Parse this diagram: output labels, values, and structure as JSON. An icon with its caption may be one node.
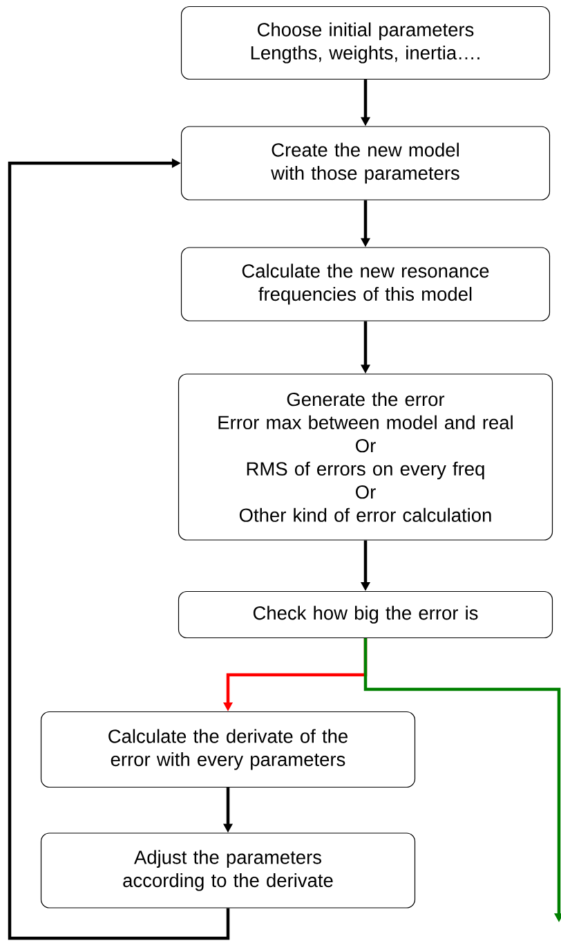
{
  "diagram": {
    "nodes": [
      {
        "text": [
          "Choose initial parameters",
          "Lengths, weights, inertia…."
        ]
      },
      {
        "text": [
          "Create the new model with those parameters"
        ]
      },
      {
        "text": [
          "Calculate the new resonance frequencies of this model"
        ]
      },
      {
        "text": [
          "Generate the error",
          "Error max between model and real",
          "Or",
          "RMS of errors on every freq",
          "Or",
          "Other kind of error calculation"
        ]
      },
      {
        "text": [
          "Check how big the error is"
        ]
      },
      {
        "text": [
          "Calculate the derivate of the error with every parameters"
        ]
      },
      {
        "text": [
          "Adjust the parameters according to the derivate"
        ]
      }
    ],
    "edges": [
      {
        "from": 0,
        "to": 1,
        "arrow": "to"
      },
      {
        "from": 1,
        "to": 2,
        "arrow": "to"
      },
      {
        "from": 2,
        "to": 3,
        "arrow": "to"
      },
      {
        "from": 3,
        "to": 4,
        "arrow": "to"
      },
      {
        "from": 4,
        "to": 5,
        "arrow": "to",
        "color": "#ff0000"
      },
      {
        "from": 4,
        "to": null,
        "arrow": "to",
        "color": "#008000"
      },
      {
        "from": 5,
        "to": 6,
        "arrow": "to"
      },
      {
        "from": 6,
        "to": 1,
        "arrow": "to"
      }
    ]
  }
}
